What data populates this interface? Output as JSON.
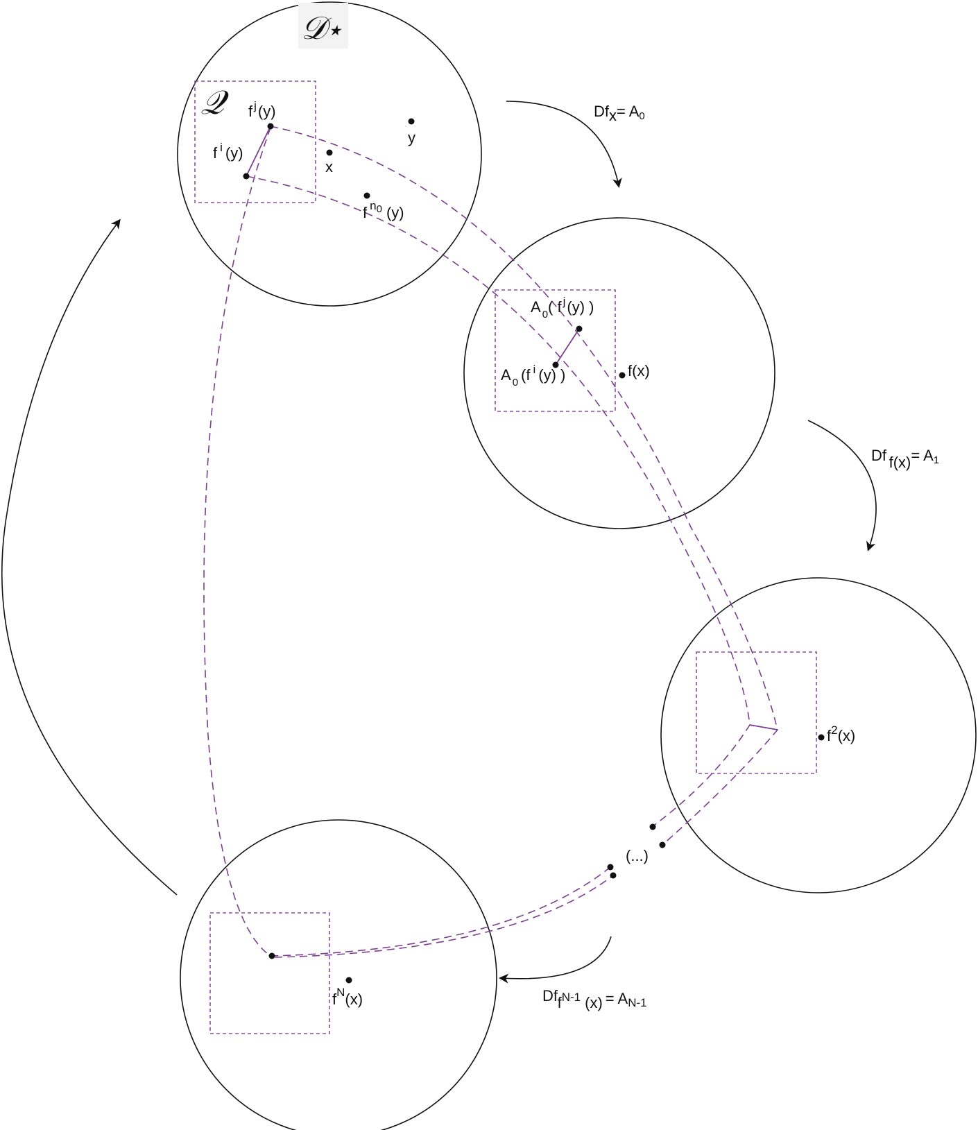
{
  "labels": {
    "domain_star": "𝒟⋆",
    "q_box": "𝒬",
    "fj_y": "f j (y)",
    "fi_y": "f i (y)",
    "x": "x",
    "y": "y",
    "fn0_y": "f n0 (y)",
    "A0_fj_y": "A0( f j (y) )",
    "A0_fi_y": "A0 (f i (y) )",
    "f_x": "f(x)",
    "f2_x": "f2(x)",
    "ellipsis": "(...)",
    "fN_x": "fN(x)",
    "Df_x": "Dfx = A0",
    "Df_fx": "Df f(x) = A1",
    "Df_fN1": "Df f N-1 (x) = AN-1"
  }
}
